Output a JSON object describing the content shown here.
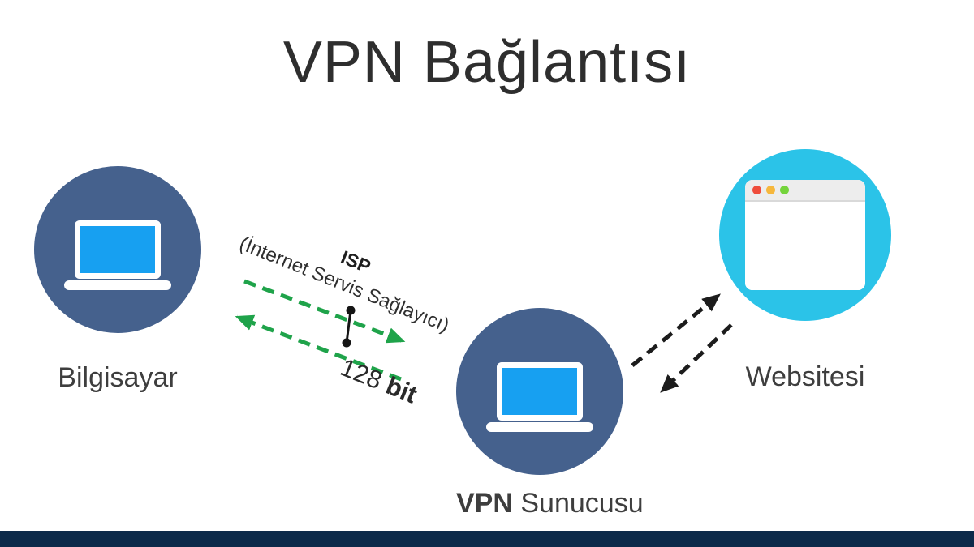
{
  "title": "VPN Bağlantısı",
  "nodes": {
    "computer": {
      "label": "Bilgisayar"
    },
    "vpn_server": {
      "label_bold": "VPN",
      "label_rest": "Sunucusu"
    },
    "website": {
      "label": "Websitesi"
    }
  },
  "isp_link": {
    "abbr": "ISP",
    "full_name": "(İnternet Servis Sağlayıcı)",
    "encryption_value": "128",
    "encryption_unit": "bit"
  },
  "colors": {
    "node_blue": "#45618d",
    "node_cyan": "#2bc3e8",
    "laptop_screen": "#17a0f1",
    "green_arrow": "#1fa34a",
    "black_arrow": "#1c1c1c",
    "footer_bar": "#0c2a4a"
  }
}
